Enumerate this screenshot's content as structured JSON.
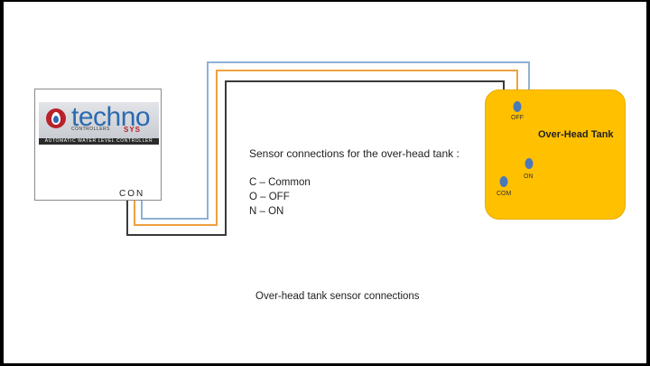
{
  "controller": {
    "brand": "techno",
    "brand_sub": "CONTROLLERS",
    "brand_sys": "SYS",
    "band_text": "AUTOMATIC WATER LEVEL CONTROLLER",
    "terminal_label": "CON"
  },
  "tank": {
    "title": "Over-Head Tank",
    "terminals": {
      "off": "OFF",
      "on": "ON",
      "com": "COM"
    }
  },
  "legend": {
    "title": "Sensor connections for the over-head tank :",
    "items": [
      "C – Common",
      "O – OFF",
      "N – ON"
    ]
  },
  "caption": "Over-head tank sensor connections",
  "colors": {
    "wire_on": "#8fb0d6",
    "wire_off": "#f0a040",
    "wire_com": "#3a3a3a",
    "tank_fill": "#ffc000",
    "terminal": "#4a78b8"
  }
}
